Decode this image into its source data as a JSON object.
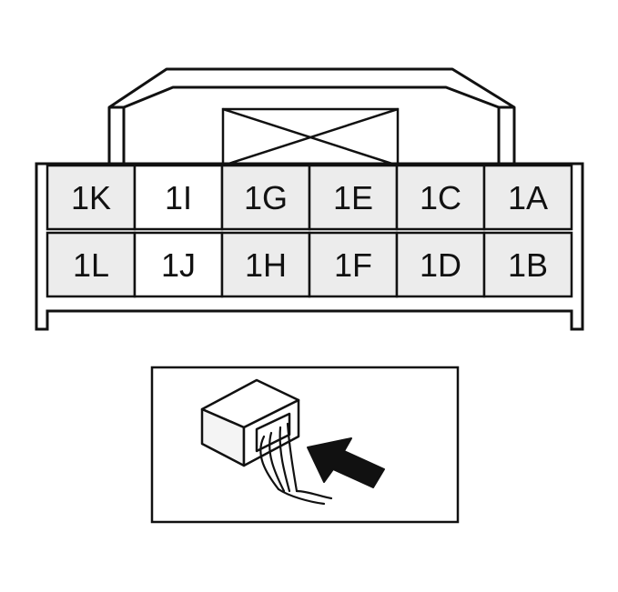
{
  "connector": {
    "top_row": [
      {
        "id": "1K",
        "label": "1K",
        "filled": true
      },
      {
        "id": "1I",
        "label": "1I",
        "filled": false
      },
      {
        "id": "1G",
        "label": "1G",
        "filled": true
      },
      {
        "id": "1E",
        "label": "1E",
        "filled": true
      },
      {
        "id": "1C",
        "label": "1C",
        "filled": true
      },
      {
        "id": "1A",
        "label": "1A",
        "filled": true
      }
    ],
    "bottom_row": [
      {
        "id": "1L",
        "label": "1L",
        "filled": true
      },
      {
        "id": "1J",
        "label": "1J",
        "filled": false
      },
      {
        "id": "1H",
        "label": "1H",
        "filled": true
      },
      {
        "id": "1F",
        "label": "1F",
        "filled": true
      },
      {
        "id": "1D",
        "label": "1D",
        "filled": true
      },
      {
        "id": "1B",
        "label": "1B",
        "filled": true
      }
    ]
  },
  "colors": {
    "line": "#111111",
    "cavity_fill": "#ececec",
    "empty_cavity_fill": "#ffffff",
    "background": "#ffffff"
  },
  "inset": {
    "icons": [
      "connector-body-icon",
      "probe-wires-icon",
      "insertion-arrow-icon"
    ]
  }
}
